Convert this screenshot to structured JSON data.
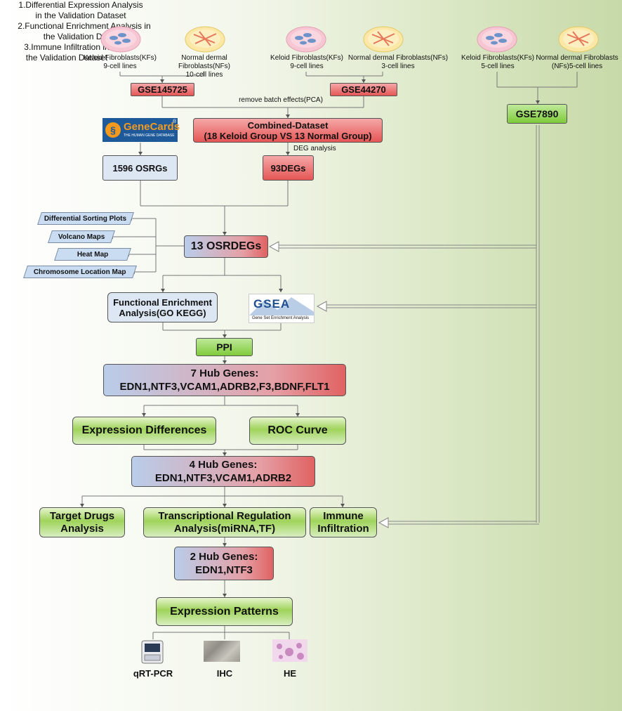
{
  "cells": [
    {
      "label": "Keloid Fibroblasts(KFs)\n9-cell lines",
      "kind": "keloid"
    },
    {
      "label": "Normal dermal Fibroblasts(NFs)\n10-cell lines",
      "kind": "normal"
    },
    {
      "label": "Keloid Fibroblasts(KFs)\n9-cell lines",
      "kind": "keloid"
    },
    {
      "label": "Normal dermal Fibroblasts(NFs)\n3-cell lines",
      "kind": "normal"
    },
    {
      "label": "Keloid Fibroblasts(KFs)\n5-cell lines",
      "kind": "keloid"
    },
    {
      "label": "Normal dermal Fibroblasts\n(NFs)5-cell lines",
      "kind": "normal"
    }
  ],
  "datasets": {
    "gse1": "GSE145725",
    "gse2": "GSE44270",
    "gse3": "GSE7890"
  },
  "notes": {
    "batch": "remove batch effects(PCA)",
    "deg": "DEG analysis",
    "v1": "1.Differential Expression Analysis\nin the Validation Dataset",
    "v2": "2.Functional Enrichment Analysis in\nthe Validation Dataset",
    "v3": "3.Immune Infiltration in\nthe Validation Dataset"
  },
  "combined": "Combined-Dataset\n(18 Keloid Group VS 13 Normal Group)",
  "genecards": {
    "name": "GeneCards",
    "reg": "®",
    "sub": "THE HUMAN GENE DATABASE"
  },
  "osrgs": "1596 OSRGs",
  "degs": "93DEGs",
  "side": [
    "Differential Sorting Plots",
    "Volcano Maps",
    "Heat Map",
    "Chromosome Location Map"
  ],
  "osrdegs": "13 OSRDEGs",
  "fea": "Functional Enrichment\nAnalysis(GO KEGG)",
  "gsea": {
    "logo": "GSEA",
    "sub": "Gene Set Enrichment Analysis"
  },
  "ppi": "PPI",
  "hub7": "7 Hub Genes:\nEDN1,NTF3,VCAM1,ADRB2,F3,BDNF,FLT1",
  "expr_diff": "Expression Differences",
  "roc": "ROC Curve",
  "hub4": "4 Hub Genes:\nEDN1,NTF3,VCAM1,ADRB2",
  "target_drugs": "Target Drugs\nAnalysis",
  "transcriptional": "Transcriptional Regulation\nAnalysis(miRNA,TF)",
  "immune": "Immune\nInfiltration",
  "hub2": "2 Hub Genes:\nEDN1,NTF3",
  "expr_patterns": "Expression Patterns",
  "validation": [
    "qRT-PCR",
    "IHC",
    "HE"
  ]
}
